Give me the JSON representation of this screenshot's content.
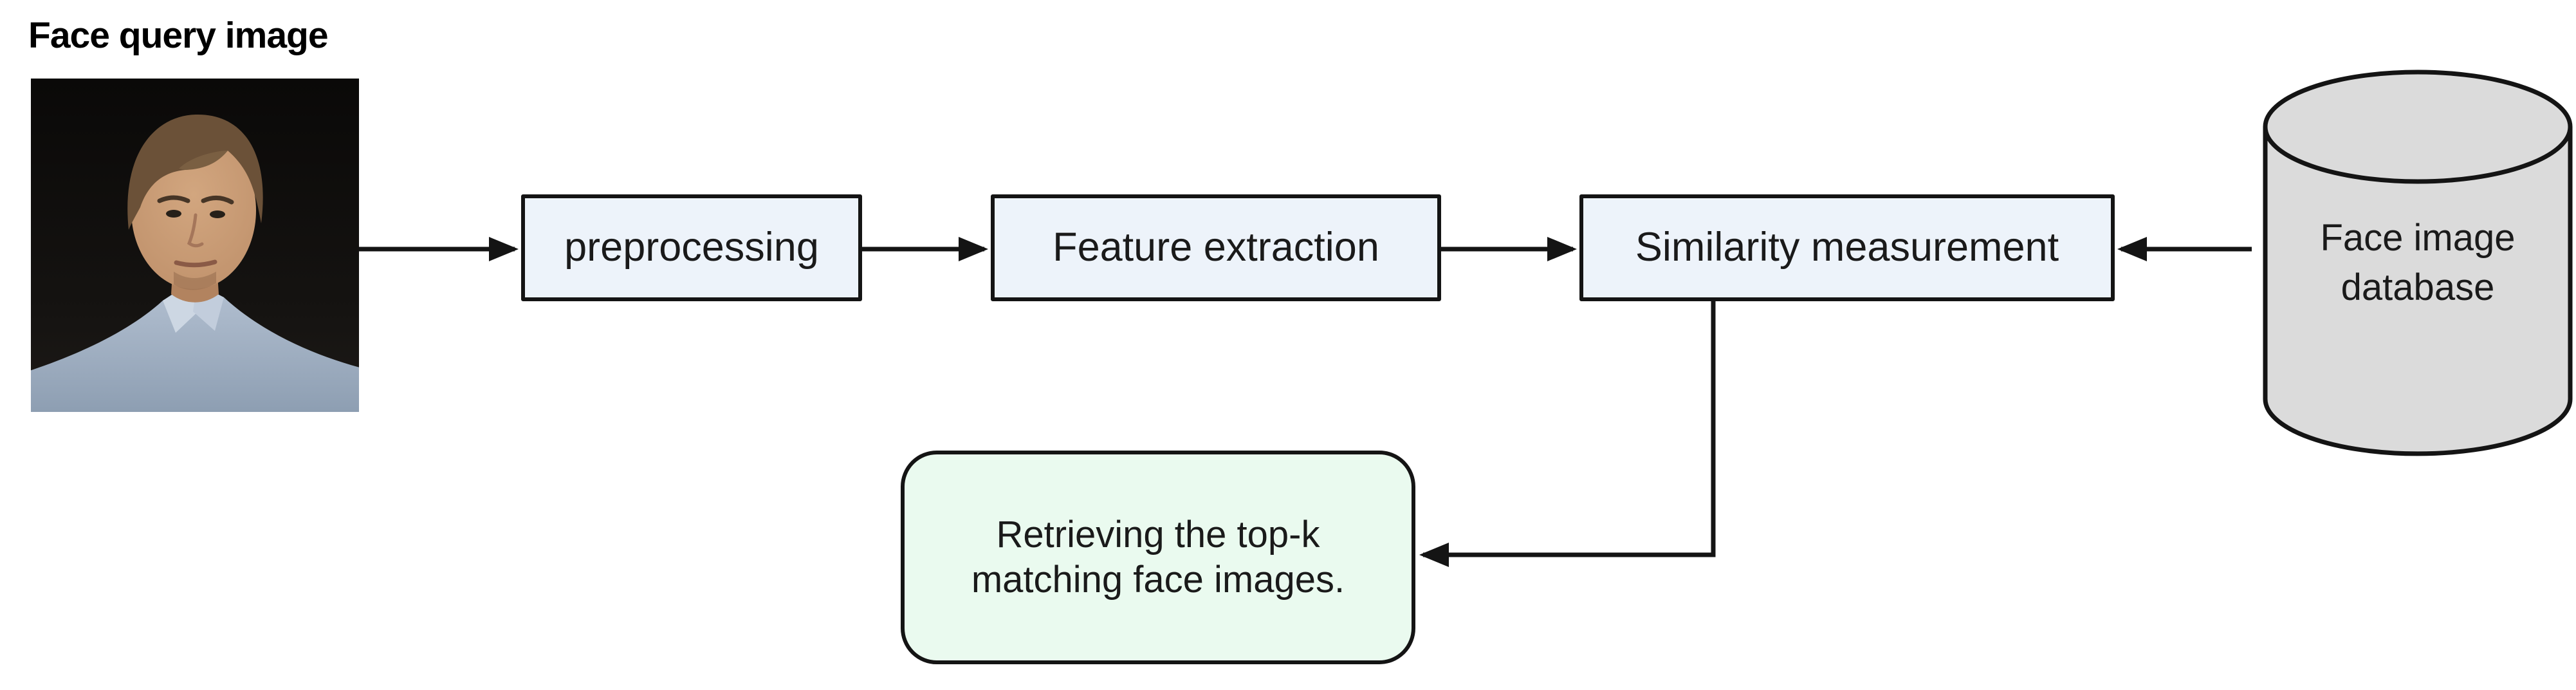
{
  "query": {
    "label": "Face query image"
  },
  "nodes": {
    "preprocessing": {
      "label": "preprocessing"
    },
    "feature_extraction": {
      "label": "Feature extraction"
    },
    "similarity_measurement": {
      "label": "Similarity measurement"
    },
    "database": {
      "line1": "Face image",
      "line2": "database"
    },
    "result": {
      "line1": "Retrieving the top-k",
      "line2": "matching face images."
    }
  },
  "icons": {
    "arrowhead": "filled-triangle-arrowhead",
    "database_shape": "cylinder"
  },
  "colors": {
    "background": "#ffffff",
    "process_fill": "#edf3fa",
    "result_fill": "#eafaef",
    "database_fill": "#dbdbdb",
    "stroke": "#141414",
    "label_text": "#000000"
  }
}
